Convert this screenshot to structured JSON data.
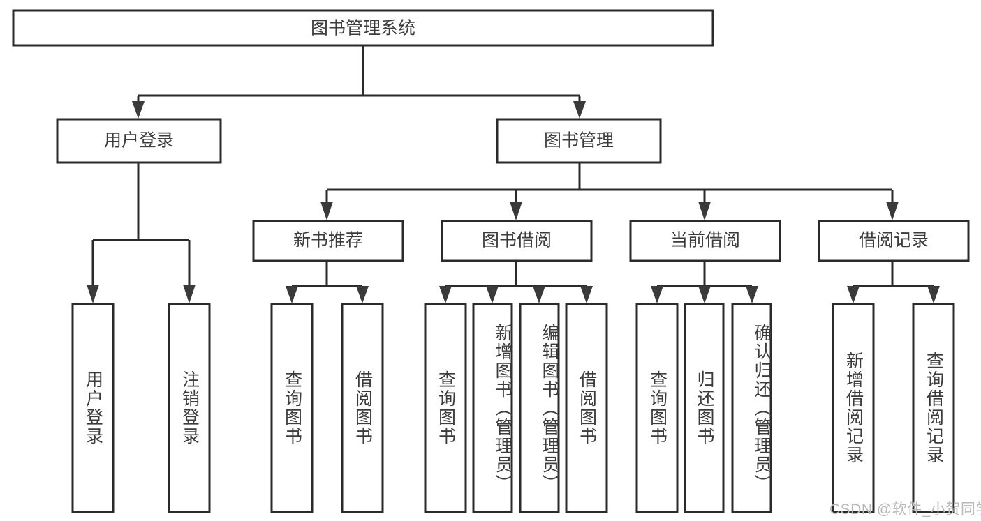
{
  "diagram": {
    "title": "图书管理系统",
    "watermark": "CSDN @软件_小贺同学",
    "colors": {
      "stroke": "#2b2b2b",
      "text": "#3c3c3c",
      "background": "#ffffff",
      "arrow": "#3a3a3a",
      "watermark": "#b9b9b9"
    },
    "levels": {
      "root": {
        "label": "图书管理系统"
      },
      "level2": [
        {
          "id": "user-login",
          "label": "用户登录"
        },
        {
          "id": "book-management",
          "label": "图书管理"
        }
      ],
      "level3": [
        {
          "id": "new-book-recommend",
          "label": "新书推荐"
        },
        {
          "id": "book-borrow",
          "label": "图书借阅"
        },
        {
          "id": "current-borrow",
          "label": "当前借阅"
        },
        {
          "id": "borrow-record",
          "label": "借阅记录"
        }
      ],
      "leaves": [
        {
          "id": "leaf-user-login",
          "label": "用户登录",
          "parent": "user-login"
        },
        {
          "id": "leaf-logout-login",
          "label": "注销登录",
          "parent": "user-login"
        },
        {
          "id": "leaf-query-book-1",
          "label": "查询图书",
          "parent": "new-book-recommend"
        },
        {
          "id": "leaf-borrow-book-1",
          "label": "借阅图书",
          "parent": "new-book-recommend"
        },
        {
          "id": "leaf-query-book-2",
          "label": "查询图书",
          "parent": "book-borrow"
        },
        {
          "id": "leaf-add-book",
          "label": "新增图书（管理员）",
          "parent": "book-borrow"
        },
        {
          "id": "leaf-edit-book",
          "label": "编辑图书（管理员）",
          "parent": "book-borrow"
        },
        {
          "id": "leaf-borrow-book-2",
          "label": "借阅图书",
          "parent": "book-borrow"
        },
        {
          "id": "leaf-query-book-3",
          "label": "查询图书",
          "parent": "current-borrow"
        },
        {
          "id": "leaf-return-book",
          "label": "归还图书",
          "parent": "current-borrow"
        },
        {
          "id": "leaf-confirm-return",
          "label": "确认归还（管理员）",
          "parent": "current-borrow"
        },
        {
          "id": "leaf-add-record",
          "label": "新增借阅记录",
          "parent": "borrow-record"
        },
        {
          "id": "leaf-query-record",
          "label": "查询借阅记录",
          "parent": "borrow-record"
        }
      ]
    }
  }
}
